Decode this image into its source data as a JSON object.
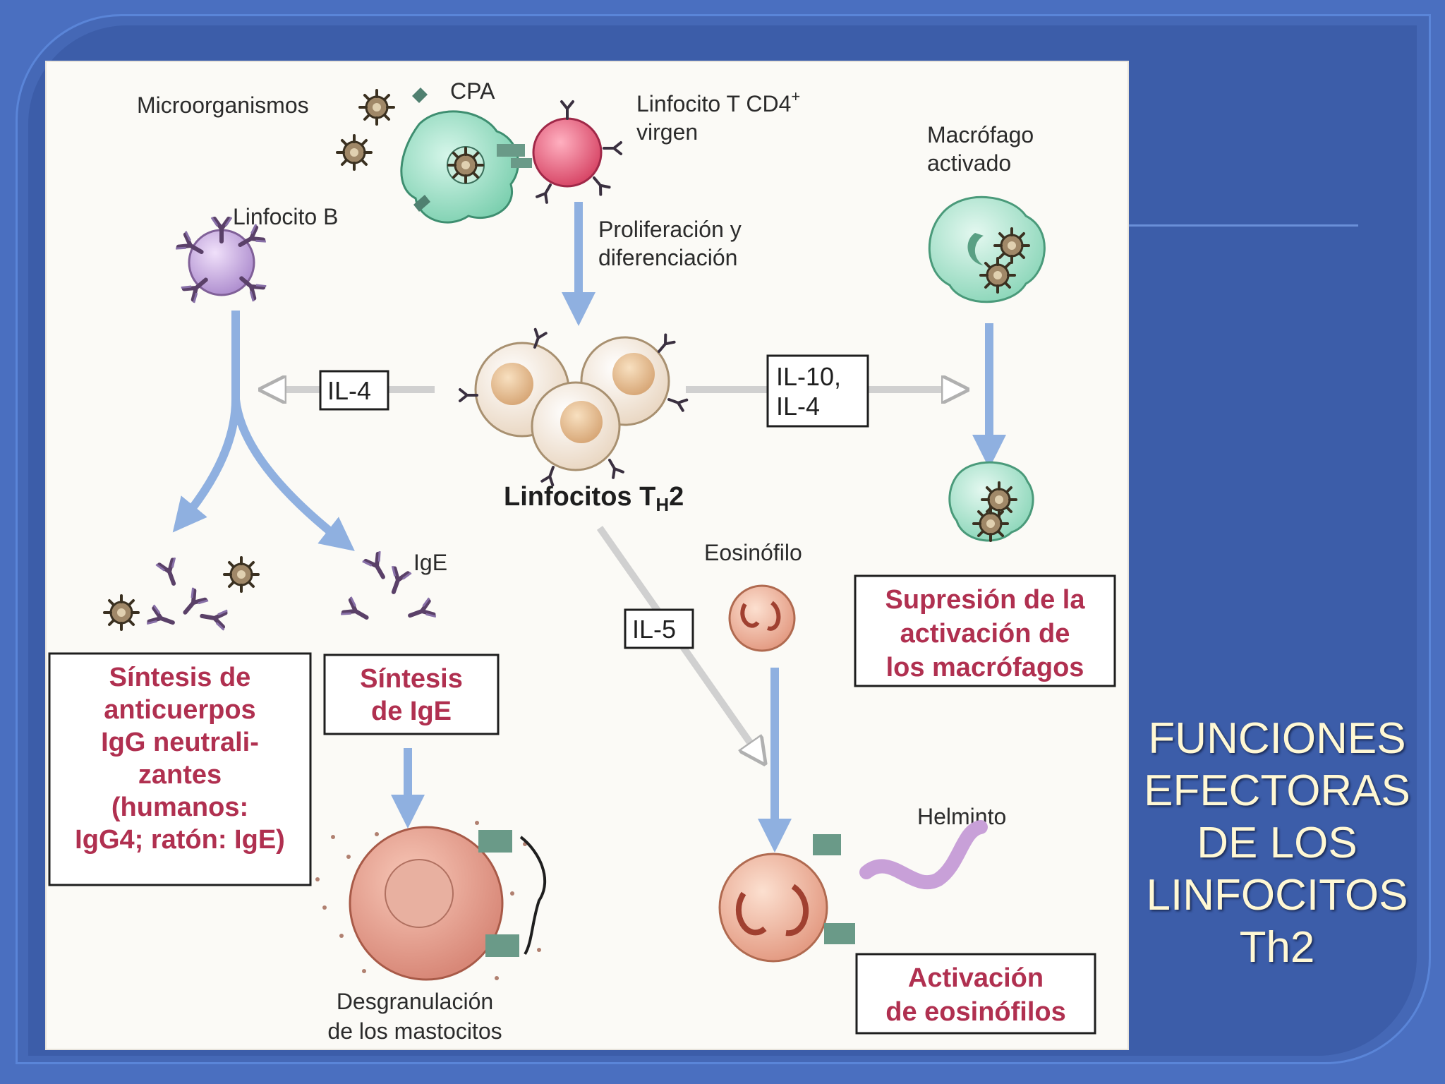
{
  "slide": {
    "title_lines": [
      "FUNCIONES",
      "EFECTORAS",
      "DE LOS",
      "LINFOCITOS",
      "Th2"
    ]
  },
  "diagram": {
    "cells": {
      "microorganisms": "Microorganismos",
      "apc": "CPA",
      "naive_t_line1": "Linfocito T CD4",
      "naive_t_sup": "+",
      "naive_t_line2": "virgen",
      "b_cell": "Linfocito B",
      "macrophage_line1": "Macrófago",
      "macrophage_line2": "activado",
      "th2_main": "Linfocitos T",
      "th2_sub": "H",
      "th2_suffix": "2",
      "eosinophil": "Eosinófilo",
      "ige": "IgE",
      "helminth": "Helminto"
    },
    "arrows": {
      "proliferation_line1": "Proliferación y",
      "proliferation_line2": "diferenciación"
    },
    "cytokines": {
      "il4": "IL-4",
      "il10_line1": "IL-10,",
      "il10_line2": "IL-4",
      "il5": "IL-5"
    },
    "outcomes": {
      "igg_lines": [
        "Síntesis de",
        "anticuerpos",
        "IgG neutrali-",
        "zantes",
        "(humanos:",
        "IgG4; ratón: IgE)"
      ],
      "ige_lines": [
        "Síntesis",
        "de IgE"
      ],
      "mast_lines": [
        "Desgranulación",
        "de los mastocitos"
      ],
      "macro_lines": [
        "Supresión de la",
        "activación de",
        "los macrófagos"
      ],
      "eos_lines": [
        "Activación",
        "de eosinófilos"
      ]
    },
    "colors": {
      "pathway_arrow": "#8fb0e0",
      "outcome_text": "#b03050",
      "apc_cell": "#9ee0c8",
      "naive_t_cell": "#e0607c",
      "b_cell": "#c8a8e0",
      "th2_cell": "#f2dcc0",
      "macrophage": "#a8e4cc",
      "eosinophil": "#e8a890",
      "mast_cell": "#e4a090"
    }
  }
}
